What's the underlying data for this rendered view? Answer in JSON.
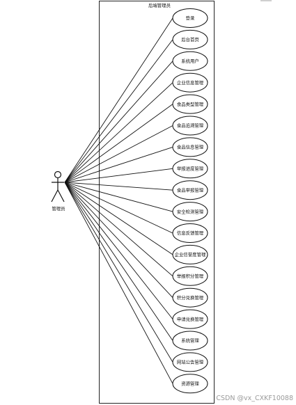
{
  "system": {
    "title": "后端管理员"
  },
  "actor": {
    "name": "管理员"
  },
  "use_cases": [
    "登录",
    "后台首页",
    "系统用户",
    "企业信息管理",
    "食品类型管理",
    "食品追溯管理",
    "食品信息管理",
    "举报进度管理",
    "食品举报管理",
    "安全检测管理",
    "信息反馈管理",
    "企业信誉度管理",
    "举报积分管理",
    "积分兑换管理",
    "申请兑换管理",
    "系统管理",
    "网站公告管理",
    "资源管理"
  ],
  "watermark": "CSDN @vx_CXKF10088"
}
